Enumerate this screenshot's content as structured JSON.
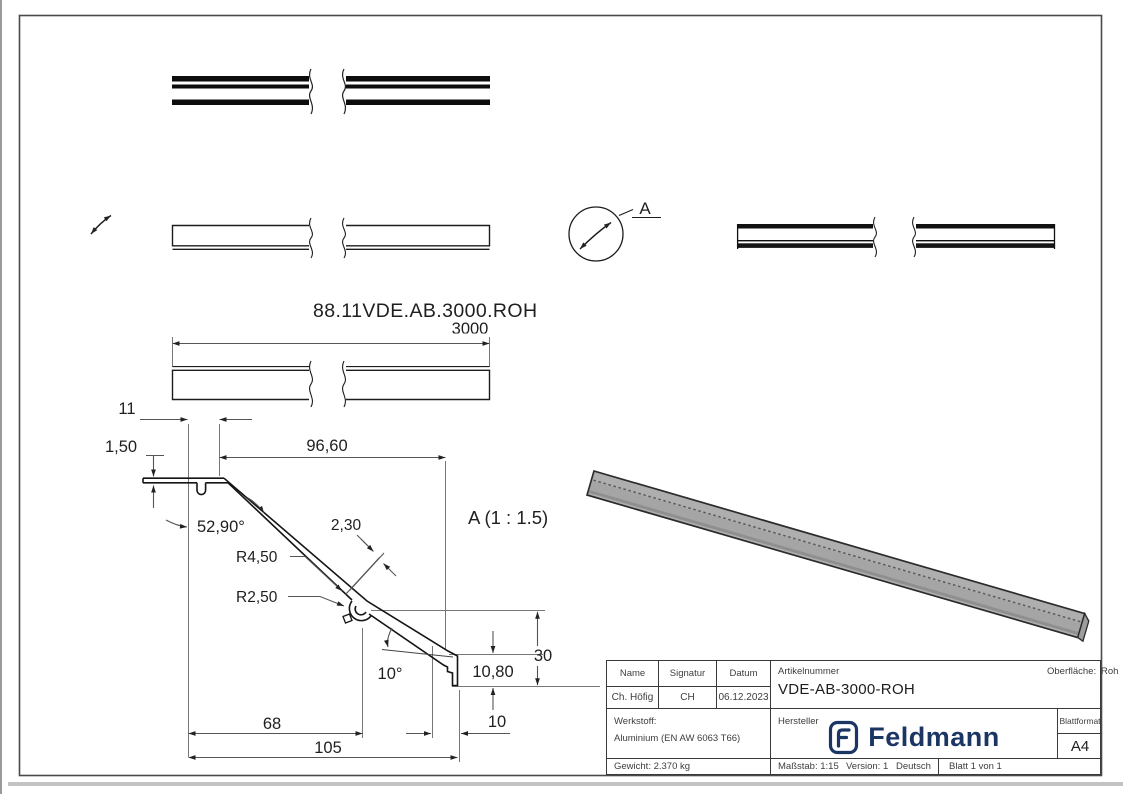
{
  "drawing": {
    "part_label": "88.11VDE.AB.3000.ROH",
    "length_dim": "3000",
    "detail_ref": "A",
    "detail_title": "A (1 : 1.5)"
  },
  "dims": {
    "top_width": "11",
    "flange_thickness": "1,50",
    "slope_width": "96,60",
    "angle": "52,90°",
    "wall_thickness": "2,30",
    "radius_large": "R4,50",
    "radius_small": "R2,50",
    "bottom_angle": "10°",
    "drop_height": "10,80",
    "height": "30",
    "width_inner": "68",
    "hook_width": "10",
    "width_total": "105"
  },
  "title_block": {
    "name_label": "Name",
    "signatur_label": "Signatur",
    "datum_label": "Datum",
    "name_value": "Ch. Höfig",
    "signatur_value": "CH",
    "datum_value": "06.12.2023",
    "artikelnummer_label": "Artikelnummer",
    "artikelnummer_value": "VDE-AB-3000-ROH",
    "oberflaeche_label": "Oberfläche:",
    "oberflaeche_value": "Roh",
    "werkstoff_label": "Werkstoff:",
    "werkstoff_value": "Aluminium (EN AW 6063 T66)",
    "hersteller_label": "Hersteller",
    "logo_text": "Feldmann",
    "blattformat_label": "Blattformat",
    "blattformat_value": "A4",
    "gewicht": "Gewicht: 2.370 kg",
    "massstab": "Maßstab: 1:15",
    "version": "Version: 1",
    "sprache": "Deutsch",
    "blatt": "Blatt 1 von 1"
  },
  "colors": {
    "logo_navy": "#1c3664",
    "metal_gray": "#aeaeae",
    "line_dark": "#151515"
  }
}
